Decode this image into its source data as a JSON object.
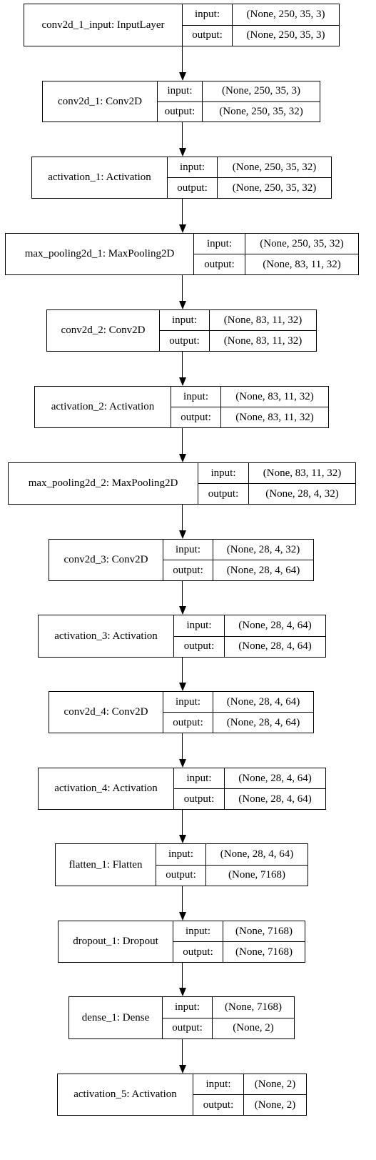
{
  "input_label": "input:",
  "output_label": "output:",
  "layers": [
    {
      "name": "conv2d_1_input: InputLayer",
      "input": "(None, 250, 35, 3)",
      "output": "(None, 250, 35, 3)"
    },
    {
      "name": "conv2d_1: Conv2D",
      "input": "(None, 250, 35, 3)",
      "output": "(None, 250, 35, 32)"
    },
    {
      "name": "activation_1: Activation",
      "input": "(None, 250, 35, 32)",
      "output": "(None, 250, 35, 32)"
    },
    {
      "name": "max_pooling2d_1: MaxPooling2D",
      "input": "(None, 250, 35, 32)",
      "output": "(None, 83, 11, 32)"
    },
    {
      "name": "conv2d_2: Conv2D",
      "input": "(None, 83, 11, 32)",
      "output": "(None, 83, 11, 32)"
    },
    {
      "name": "activation_2: Activation",
      "input": "(None, 83, 11, 32)",
      "output": "(None, 83, 11, 32)"
    },
    {
      "name": "max_pooling2d_2: MaxPooling2D",
      "input": "(None, 83, 11, 32)",
      "output": "(None, 28, 4, 32)"
    },
    {
      "name": "conv2d_3: Conv2D",
      "input": "(None, 28, 4, 32)",
      "output": "(None, 28, 4, 64)"
    },
    {
      "name": "activation_3: Activation",
      "input": "(None, 28, 4, 64)",
      "output": "(None, 28, 4, 64)"
    },
    {
      "name": "conv2d_4: Conv2D",
      "input": "(None, 28, 4, 64)",
      "output": "(None, 28, 4, 64)"
    },
    {
      "name": "activation_4: Activation",
      "input": "(None, 28, 4, 64)",
      "output": "(None, 28, 4, 64)"
    },
    {
      "name": "flatten_1: Flatten",
      "input": "(None, 28, 4, 64)",
      "output": "(None, 7168)"
    },
    {
      "name": "dropout_1: Dropout",
      "input": "(None, 7168)",
      "output": "(None, 7168)"
    },
    {
      "name": "dense_1: Dense",
      "input": "(None, 7168)",
      "output": "(None, 2)"
    },
    {
      "name": "activation_5: Activation",
      "input": "(None, 2)",
      "output": "(None, 2)"
    }
  ]
}
